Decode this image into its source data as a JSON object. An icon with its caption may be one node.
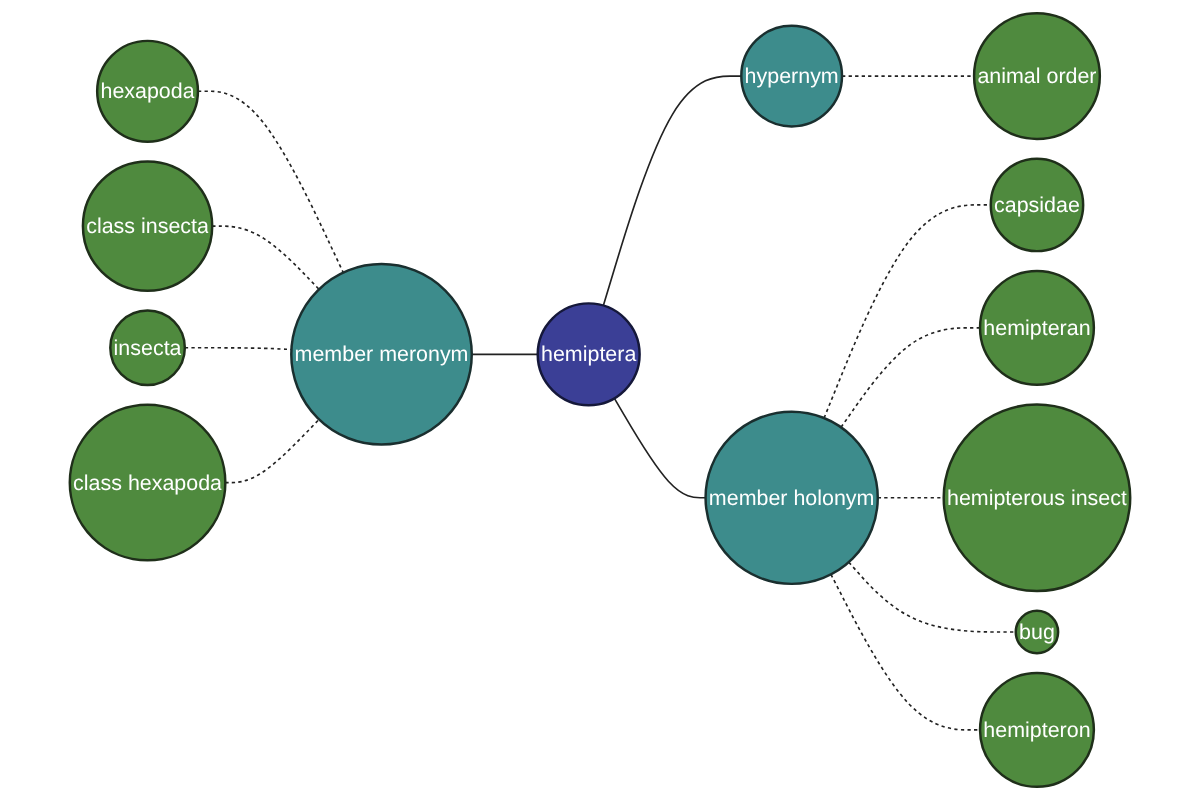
{
  "diagram": {
    "nodes": [
      {
        "text": [
          "hexapoda"
        ]
      },
      {
        "text": [
          "class insecta"
        ]
      },
      {
        "text": [
          "insecta"
        ]
      },
      {
        "text": [
          "class hexapoda"
        ]
      },
      {
        "text": [
          "member meronym"
        ]
      },
      {
        "text": [
          "hemiptera"
        ]
      },
      {
        "text": [
          "hypernym"
        ]
      },
      {
        "text": [
          "animal order"
        ]
      },
      {
        "text": [
          "member holonym"
        ]
      },
      {
        "text": [
          "capsidae"
        ]
      },
      {
        "text": [
          "hemipteran"
        ]
      },
      {
        "text": [
          "hemipterous insect"
        ]
      },
      {
        "text": [
          "bug"
        ]
      },
      {
        "text": [
          "hemipteron"
        ]
      }
    ],
    "edges": [
      {
        "from": 0,
        "to": 4,
        "arrow": "none",
        "style": "dashed"
      },
      {
        "from": 1,
        "to": 4,
        "arrow": "none",
        "style": "dashed"
      },
      {
        "from": 2,
        "to": 4,
        "arrow": "none",
        "style": "dashed"
      },
      {
        "from": 3,
        "to": 4,
        "arrow": "none",
        "style": "dashed"
      },
      {
        "from": 4,
        "to": 5,
        "arrow": "none"
      },
      {
        "from": 5,
        "to": 6,
        "arrow": "none"
      },
      {
        "from": 5,
        "to": 8,
        "arrow": "none"
      },
      {
        "from": 6,
        "to": 7,
        "arrow": "none",
        "style": "dashed"
      },
      {
        "from": 8,
        "to": 9,
        "arrow": "none",
        "style": "dashed"
      },
      {
        "from": 8,
        "to": 10,
        "arrow": "none",
        "style": "dashed"
      },
      {
        "from": 8,
        "to": 11,
        "arrow": "none",
        "style": "dashed"
      },
      {
        "from": 8,
        "to": 12,
        "arrow": "none",
        "style": "dashed"
      },
      {
        "from": 8,
        "to": 13,
        "arrow": "none",
        "style": "dashed"
      }
    ]
  }
}
